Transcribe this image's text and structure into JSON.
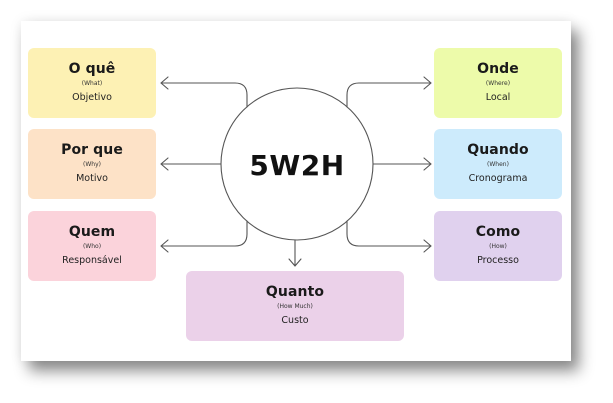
{
  "diagram": {
    "center": {
      "label": "5W2H"
    },
    "items": [
      {
        "id": "what",
        "title": "O quê",
        "subtitle": "(What)",
        "description": "Objetivo",
        "color": "#fdf1b4"
      },
      {
        "id": "why",
        "title": "Por que",
        "subtitle": "(Why)",
        "description": "Motivo",
        "color": "#fde2c7"
      },
      {
        "id": "who",
        "title": "Quem",
        "subtitle": "(Who)",
        "description": "Responsável",
        "color": "#fbd3db"
      },
      {
        "id": "where",
        "title": "Onde",
        "subtitle": "(Where)",
        "description": "Local",
        "color": "#edfbaa"
      },
      {
        "id": "when",
        "title": "Quando",
        "subtitle": "(When)",
        "description": "Cronograma",
        "color": "#cdebfc"
      },
      {
        "id": "how",
        "title": "Como",
        "subtitle": "(How)",
        "description": "Processo",
        "color": "#e0d1ee"
      },
      {
        "id": "how_much",
        "title": "Quanto",
        "subtitle": "(How Much)",
        "description": "Custo",
        "color": "#ebd1e9"
      }
    ],
    "line_color": "#555555"
  }
}
